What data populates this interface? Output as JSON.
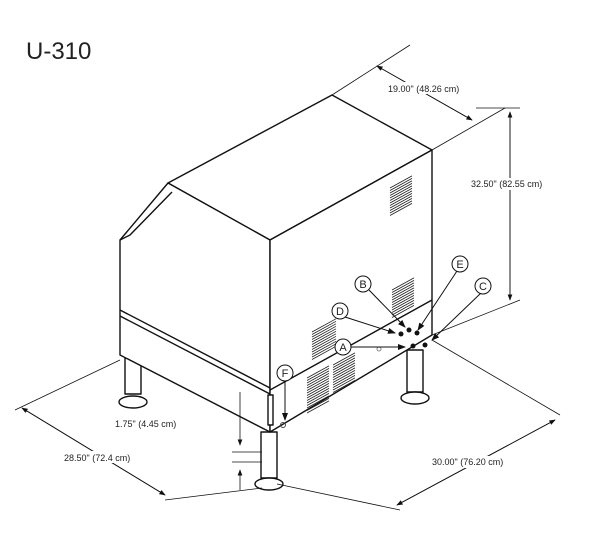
{
  "title": "U-310",
  "dimensions": {
    "depth_top": "19.00\" (48.26 cm)",
    "height": "32.50\" (82.55 cm)",
    "leg_clearance": "1.75\" (4.45 cm)",
    "width_left": "28.50\" (72.4 cm)",
    "depth_right": "30.00\" (76.20 cm)"
  },
  "callouts": [
    "A",
    "B",
    "C",
    "D",
    "E",
    "F"
  ]
}
